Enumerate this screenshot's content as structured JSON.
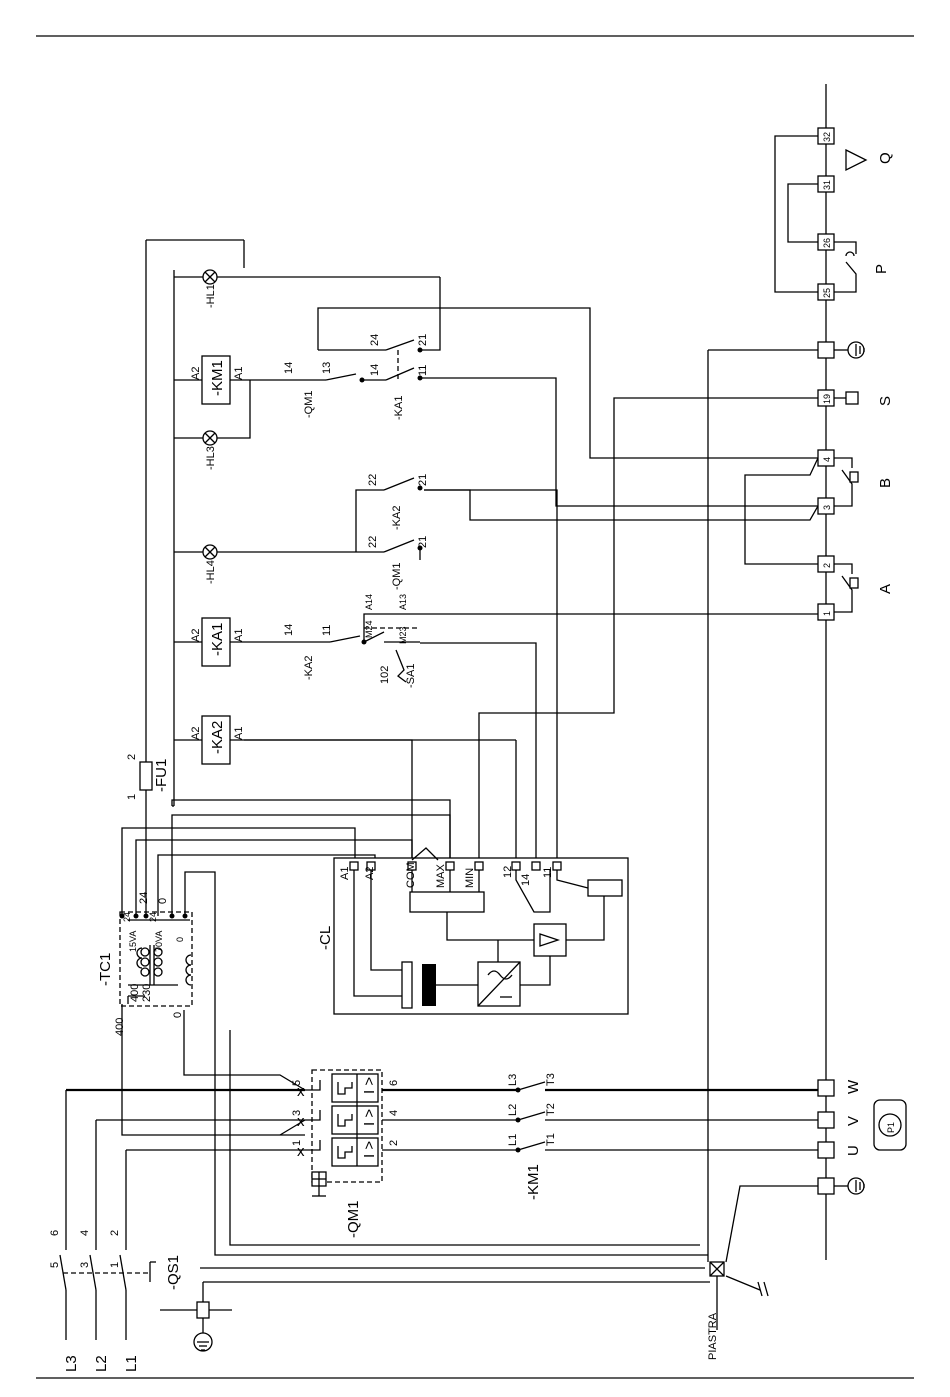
{
  "mains": {
    "phases": [
      "L3",
      "L2",
      "L1"
    ],
    "switch": {
      "name": "-QS1",
      "pins_top": [
        "5",
        "3",
        "1"
      ],
      "pins_bottom": [
        "6",
        "4",
        "2"
      ]
    }
  },
  "plate_label": "PIASTRA",
  "breaker_qm1": {
    "name": "-QM1",
    "in_pins": [
      "5",
      "3",
      "1"
    ],
    "out_pins": [
      "6",
      "4",
      "2"
    ],
    "symbol": "I >"
  },
  "contactor_km1": {
    "name": "-KM1",
    "in_pins": [
      "L3",
      "L2",
      "L1"
    ],
    "out_pins": [
      "T3",
      "T2",
      "T1"
    ]
  },
  "motor": {
    "terminals": [
      "W",
      "V",
      "U"
    ],
    "label": "P1"
  },
  "transformer": {
    "name": "-TC1",
    "primary": [
      "400",
      "230",
      "0"
    ],
    "secondary": [
      "24",
      "0"
    ],
    "ratings": [
      "15VA",
      "70VA"
    ],
    "sec_pins": [
      "24",
      "0",
      "24",
      "0"
    ]
  },
  "fuse": {
    "name": "-FU1",
    "pins": [
      "2",
      "1"
    ]
  },
  "level_controller": {
    "name": "-CL",
    "pins": [
      "A1",
      "A2",
      "COM",
      "MAX",
      "MIN",
      "12",
      "14",
      "11"
    ]
  },
  "relays": {
    "ka2": {
      "name": "-KA2",
      "pins": [
        "A2",
        "A1"
      ]
    },
    "ka1": {
      "name": "-KA1",
      "pins": [
        "A2",
        "A1"
      ]
    },
    "km1": {
      "name": "-KM1",
      "pins": [
        "A2",
        "A1"
      ]
    }
  },
  "lamps": {
    "hl4": "-HL4",
    "hl3": "-HL3",
    "hl1": "-HL1"
  },
  "selector": {
    "name": "-SA1",
    "num": "102",
    "pins": [
      "A14",
      "A13",
      "M24",
      "M23"
    ]
  },
  "contacts": {
    "ka2_no": {
      "name": "-KA2",
      "pins": [
        "14",
        "11"
      ]
    },
    "qm1_aux": {
      "name": "-QM1",
      "pins": [
        "22",
        "21"
      ]
    },
    "ka2_nc": {
      "name": "-KA2",
      "pins": [
        "22",
        "21"
      ]
    },
    "qm1_no": {
      "name": "-QM1",
      "pins": [
        "14",
        "13"
      ]
    },
    "ka1_no": {
      "name": "-KA1",
      "pins": [
        "14",
        "11"
      ]
    },
    "ka1_top": {
      "pins": [
        "24",
        "21"
      ]
    }
  },
  "terminal_block": {
    "numbers": [
      "1",
      "2",
      "3",
      "4",
      "19",
      "25",
      "26",
      "31",
      "32"
    ]
  },
  "field_devices": {
    "a": "A",
    "b": "B",
    "s": "S",
    "p": "P",
    "q": "Q"
  }
}
